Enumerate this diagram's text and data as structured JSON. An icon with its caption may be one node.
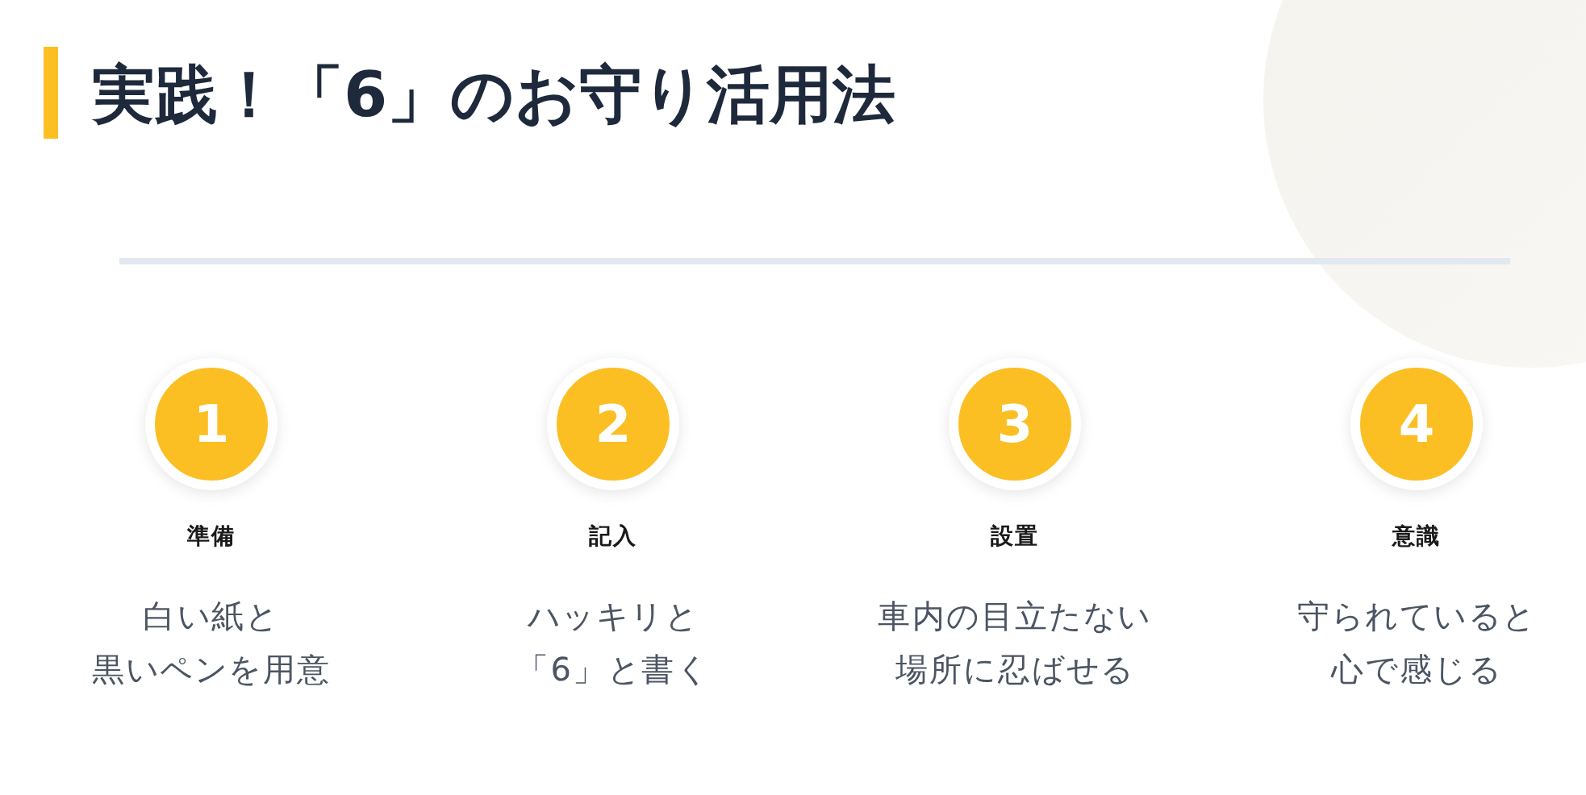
{
  "diagram": {
    "title": "実践！「6」のお守り活用法",
    "nodes": [
      {
        "text": [
          "1"
        ],
        "beside": [
          "準備",
          "白い紙と黒いペンを用意"
        ]
      },
      {
        "text": [
          "2"
        ],
        "beside": [
          "記入",
          "ハッキリと「6」と書く"
        ]
      },
      {
        "text": [
          "3"
        ],
        "beside": [
          "設置",
          "車内の目立たない場所に忍ばせる"
        ]
      },
      {
        "text": [
          "4"
        ],
        "beside": [
          "意識",
          "守られていると心で感じる"
        ]
      }
    ]
  }
}
